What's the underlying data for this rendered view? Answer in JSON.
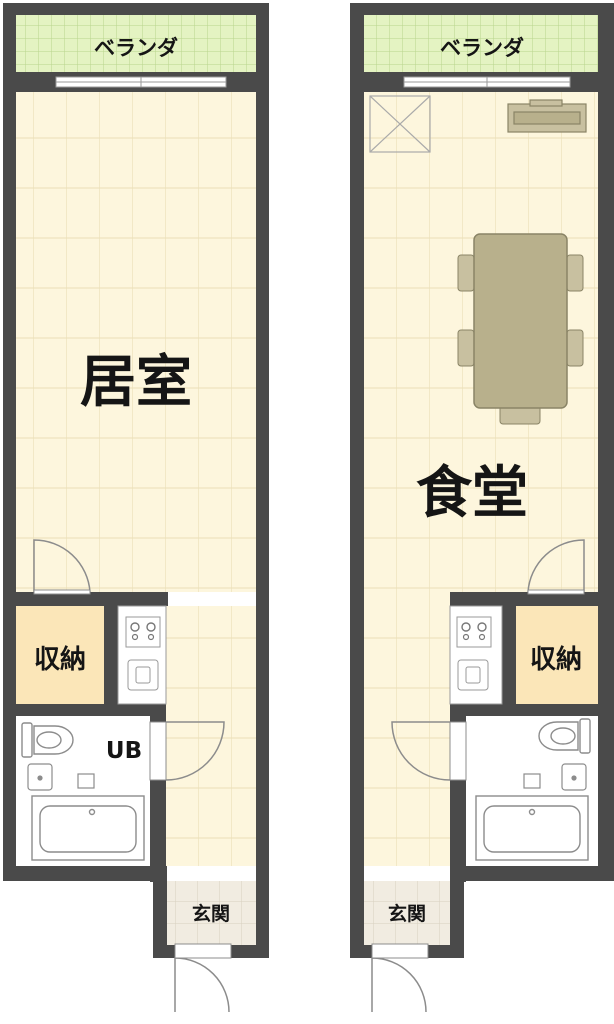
{
  "units": [
    {
      "id": "left",
      "balcony": "ベランダ",
      "main_room": "居室",
      "storage": "収納",
      "bathroom": "UB",
      "entrance": "玄関"
    },
    {
      "id": "right",
      "balcony": "ベランダ",
      "main_room": "食堂",
      "storage": "収納",
      "entrance": "玄関"
    }
  ],
  "colors": {
    "wall": "#4a4a4a",
    "floor": "#fdf6dd",
    "floor_line": "#eadfb8",
    "balcony": "#e4f3c2",
    "balcony_grid": "#b9d48c",
    "storage": "#fbe6b8",
    "entrance": "#f1ece1",
    "fixture": "#8c8c8c",
    "table": "#b8b08c",
    "table_edge": "#8a8466"
  }
}
